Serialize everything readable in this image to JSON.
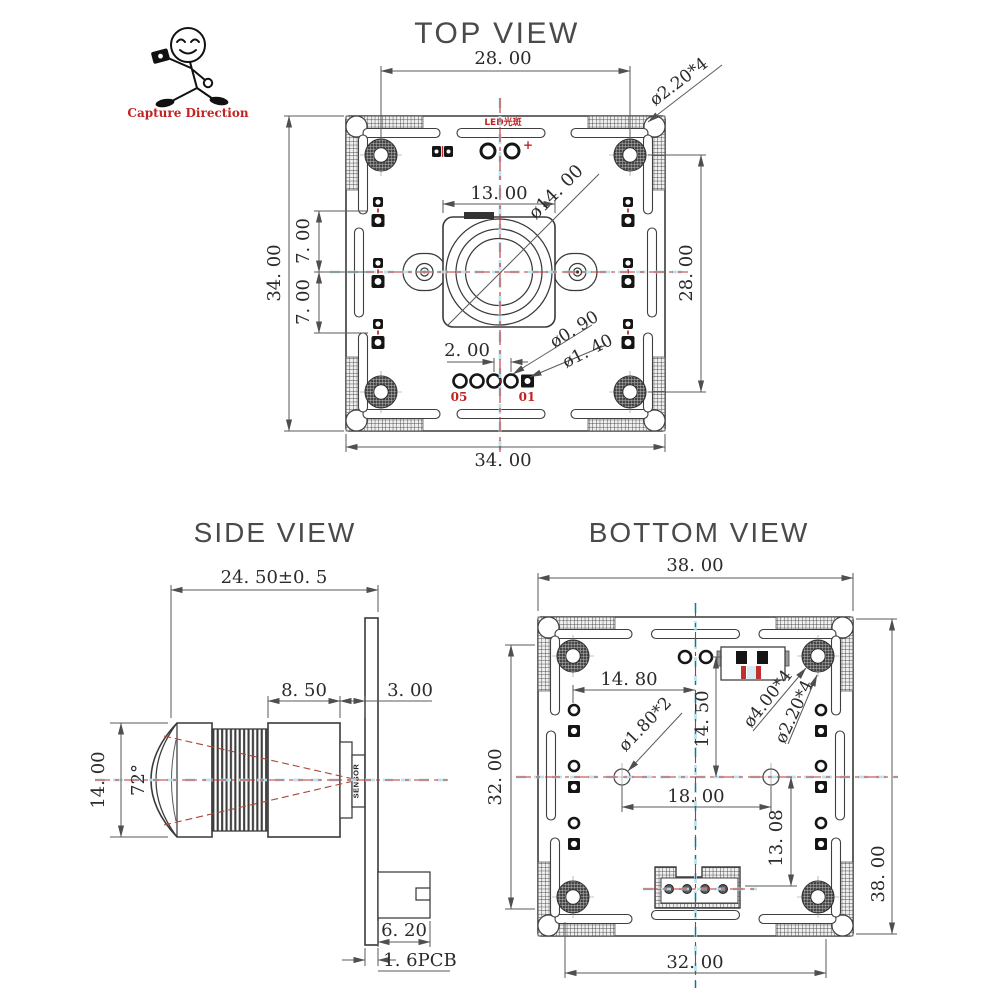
{
  "logo": {
    "caption": "Capture Direction"
  },
  "colors": {
    "line": "#3a3a3a",
    "dimension": "#5a5a5a",
    "accent_red": "#c02323",
    "centerline_red": "#c23030",
    "centerline_cyan": "#b4e0ec"
  },
  "top_view": {
    "title": "TOP VIEW",
    "led_label": "LED光斑",
    "plus_mark": "+",
    "pin_first": "05",
    "pin_last": "01",
    "dim_width_top": "28. 00",
    "callout_corner_hole": "ø2.20*4",
    "dim_board_height": "34. 00",
    "dim_led_upper": "7. 00",
    "dim_led_lower": "7. 00",
    "dim_lens_square": "13. 00",
    "dim_lens_dia": "ø14. 00",
    "dim_hole_span_right": "28. 00",
    "dim_pad_pitch": "2. 00",
    "dim_pad_hole": "ø0. 90",
    "dim_pad_dia": "ø1. 40",
    "dim_board_width": "34. 00"
  },
  "side_view": {
    "title": "SIDE VIEW",
    "dim_total_length": "24. 50±0. 5",
    "dim_barrel": "8. 50",
    "dim_mount_gap": "3. 00",
    "dim_lens_dia": "14. 00",
    "fov_angle": "72°",
    "sensor_label": "SENSOR",
    "dim_connector": "6. 20",
    "dim_pcb_thickness": "1. 6PCB"
  },
  "bottom_view": {
    "title": "BOTTOM  VIEW",
    "dim_width_top": "38. 00",
    "dim_height_right": "38. 00",
    "dim_height_left": "32. 00",
    "dim_width_bottom": "32. 00",
    "dim_hole_offset_x": "14. 80",
    "dim_hole_offset_y": "14. 50",
    "dim_hole_pitch": "18. 00",
    "dim_connector_offset": "13. 08",
    "callout_small_holes": "ø1.80*2",
    "callout_corner_pad": "ø4.00*4",
    "callout_corner_hole": "ø2.20*4"
  }
}
